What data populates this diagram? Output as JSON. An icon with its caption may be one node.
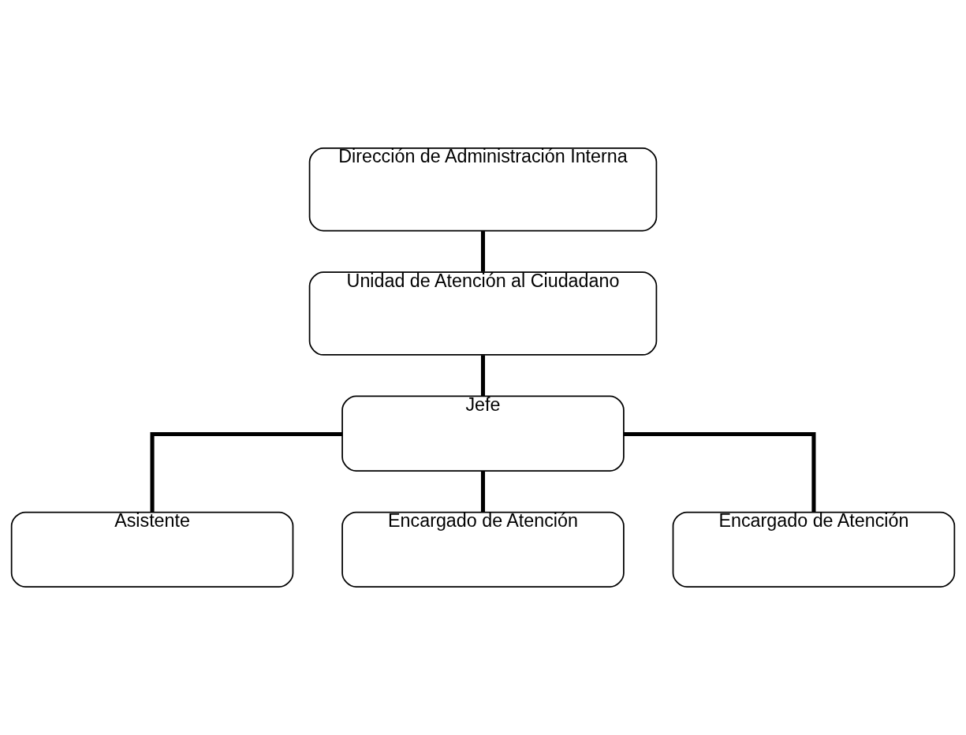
{
  "diagram": {
    "nodes": [
      {
        "text": [
          "Dirección de Administración Interna"
        ]
      },
      {
        "text": [
          "Unidad de Atención al Ciudadano"
        ]
      },
      {
        "text": [
          "Jefe"
        ]
      },
      {
        "text": [
          "Asistente"
        ]
      },
      {
        "text": [
          "Encargado de Atención"
        ]
      },
      {
        "text": [
          "Encargado de Atención"
        ]
      }
    ],
    "edges": [
      {
        "from": 0,
        "to": 1,
        "arrow": "none"
      },
      {
        "from": 1,
        "to": 2,
        "arrow": "none"
      },
      {
        "from": 2,
        "to": 3,
        "arrow": "none"
      },
      {
        "from": 2,
        "to": 4,
        "arrow": "none"
      },
      {
        "from": 2,
        "to": 5,
        "arrow": "none"
      }
    ]
  }
}
